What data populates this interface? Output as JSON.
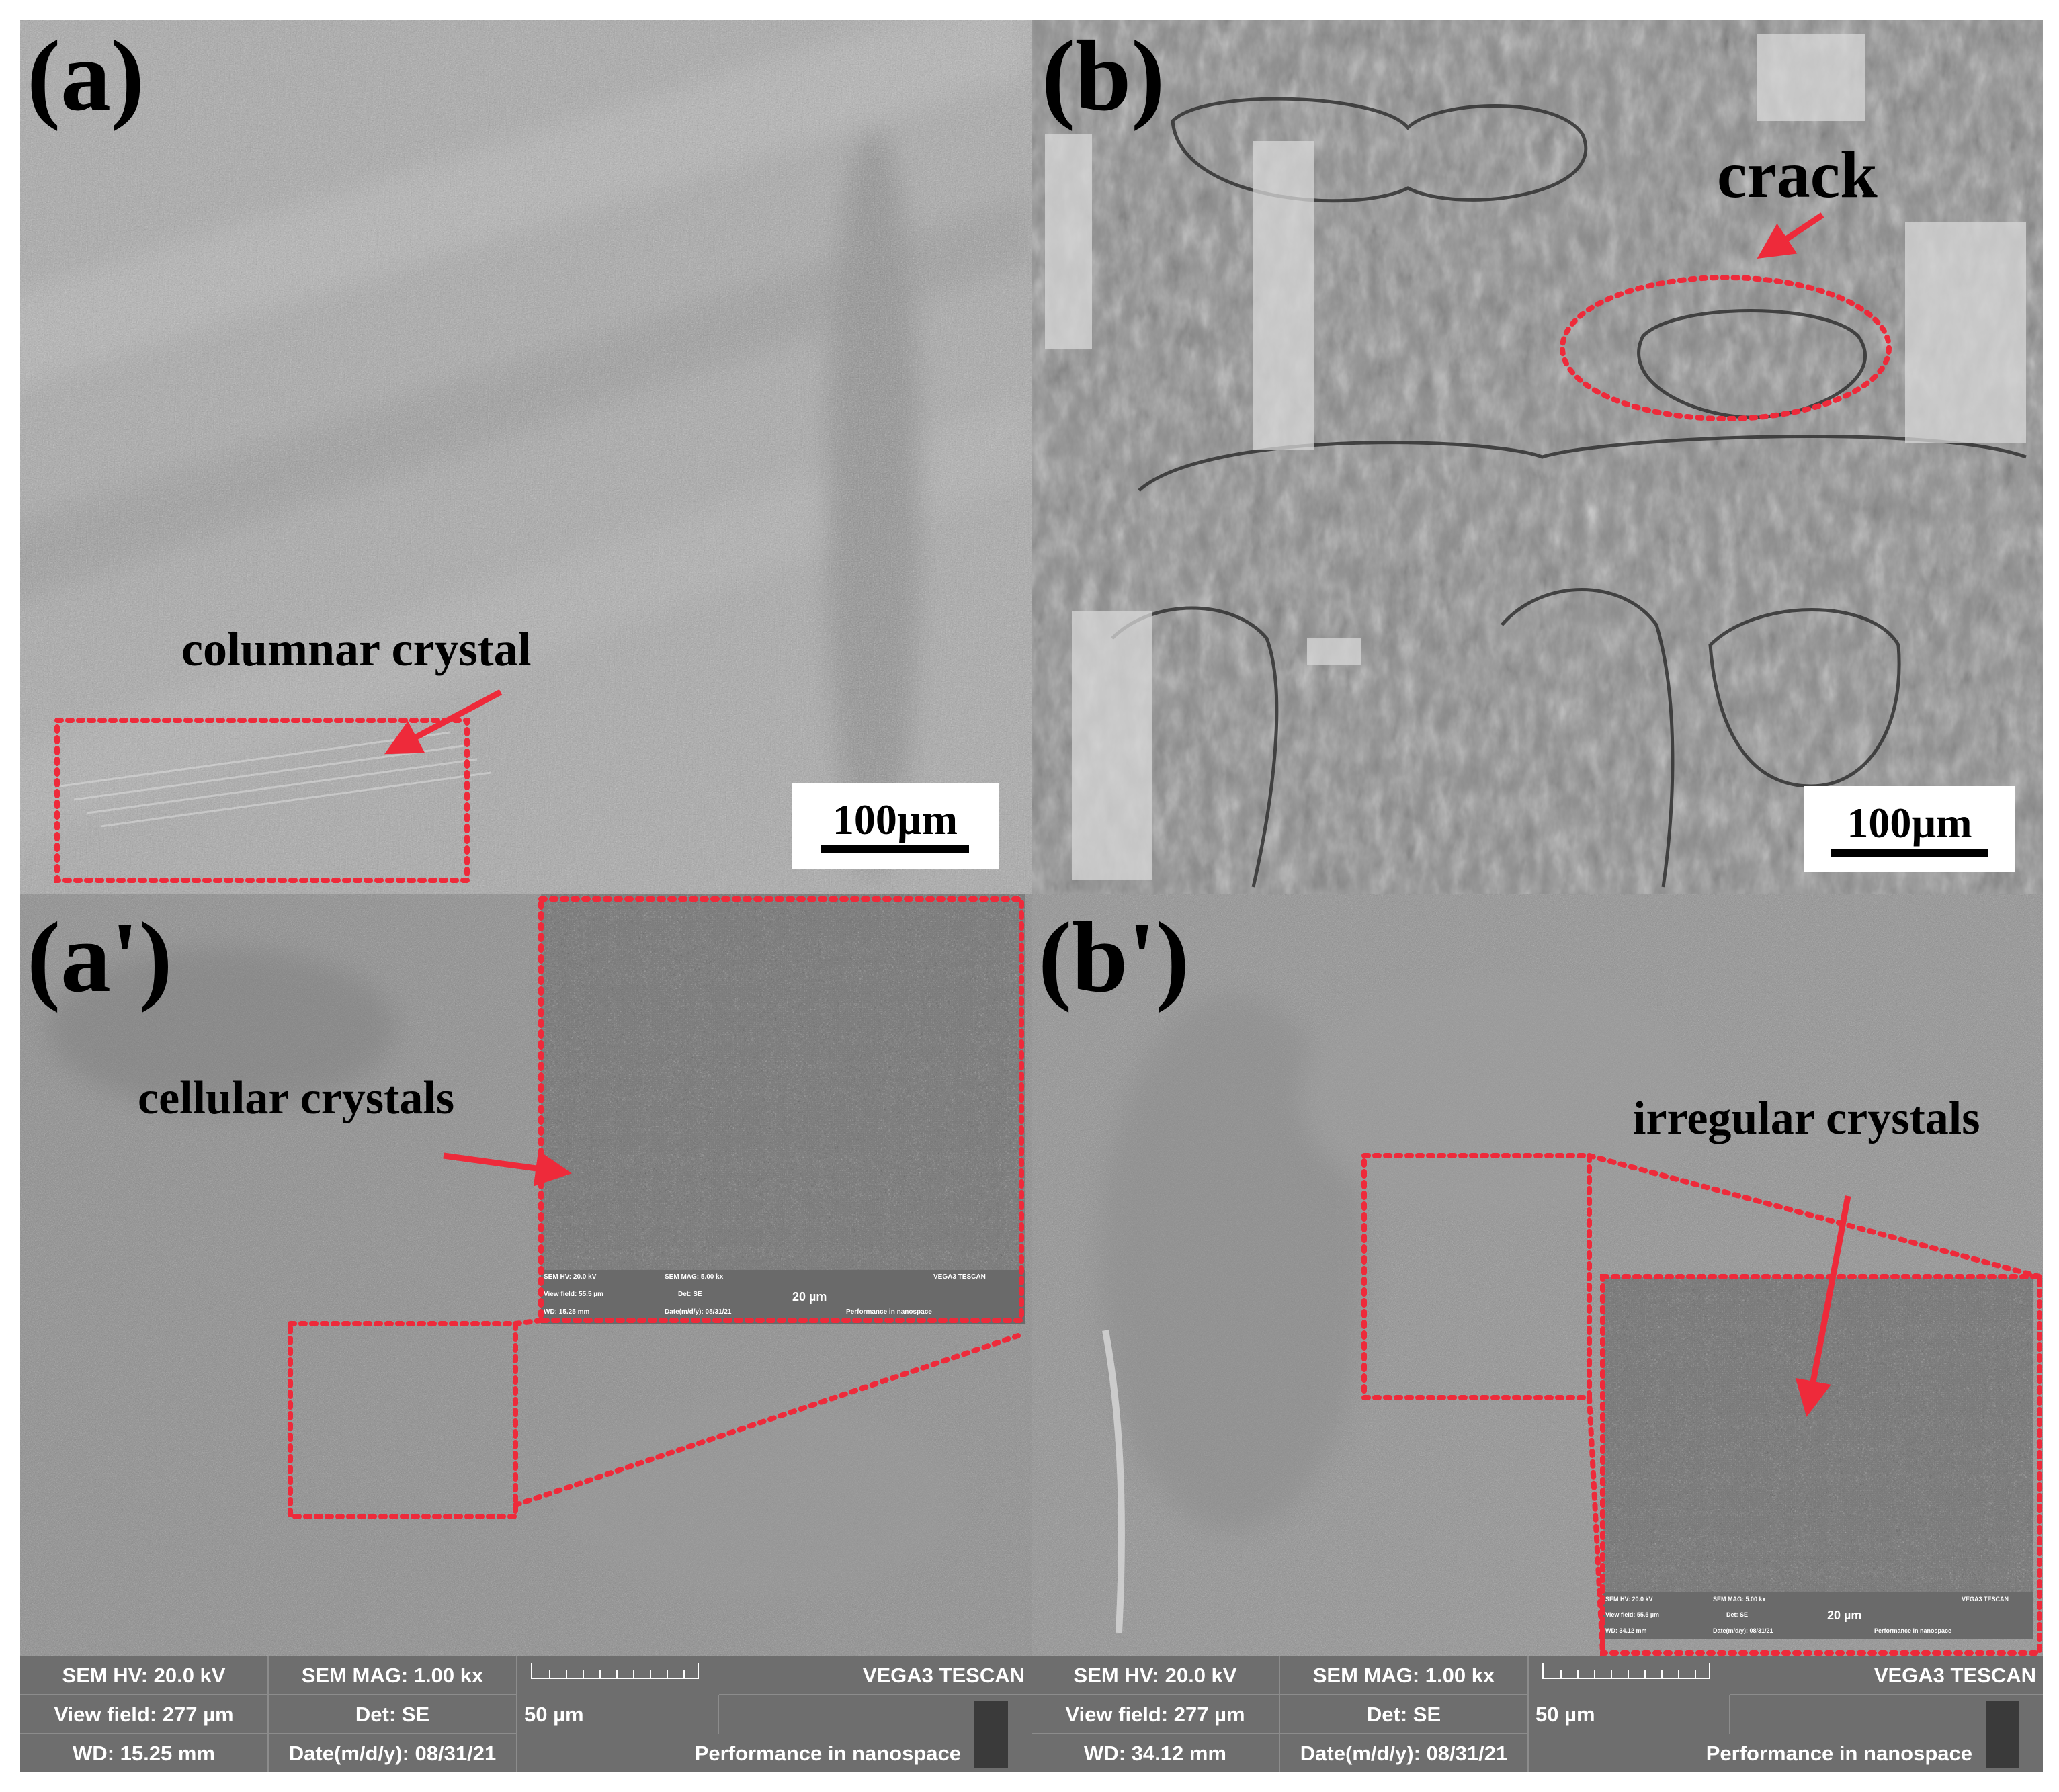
{
  "colors": {
    "annotation_red": "#ee2a3a",
    "sem_bar_gray": "#6e6e6e",
    "panel_a_base": "#a8a8a8",
    "panel_b_base": "#8a8a8a",
    "panel_a_prime_base": "#8c8c8c",
    "panel_b_prime_base": "#919191"
  },
  "panels": {
    "a": {
      "label": "(a)",
      "annotation": "columnar crystal",
      "scale_bar": "100µm"
    },
    "b": {
      "label": "(b)",
      "annotation": "crack",
      "scale_bar": "100µm"
    },
    "a_prime": {
      "label": "(a')",
      "annotation": "cellular crystals",
      "sem_info": {
        "hv": "SEM HV: 20.0 kV",
        "mag": "SEM MAG: 1.00 kx",
        "brand": "VEGA3 TESCAN",
        "view_field": "View field: 277 µm",
        "det": "Det: SE",
        "scale": "50 µm",
        "wd": "WD: 15.25 mm",
        "date": "Date(m/d/y): 08/31/21",
        "tagline": "Performance in nanospace"
      },
      "inset_info": {
        "hv": "SEM HV: 20.0 kV",
        "mag": "SEM MAG: 5.00 kx",
        "brand": "VEGA3 TESCAN",
        "view_field": "View field: 55.5 µm",
        "det": "Det: SE",
        "scale": "20 µm",
        "wd": "WD: 15.25 mm",
        "date": "Date(m/d/y): 08/31/21",
        "tagline": "Performance in nanospace"
      }
    },
    "b_prime": {
      "label": "(b')",
      "annotation": "irregular crystals",
      "sem_info": {
        "hv": "SEM HV: 20.0 kV",
        "mag": "SEM MAG: 1.00 kx",
        "brand": "VEGA3 TESCAN",
        "view_field": "View field: 277 µm",
        "det": "Det: SE",
        "scale": "50 µm",
        "wd": "WD: 34.12 mm",
        "date": "Date(m/d/y): 08/31/21",
        "tagline": "Performance in nanospace"
      },
      "inset_info": {
        "hv": "SEM HV: 20.0 kV",
        "mag": "SEM MAG: 5.00 kx",
        "brand": "VEGA3 TESCAN",
        "view_field": "View field: 55.5 µm",
        "det": "Det: SE",
        "scale": "20 µm",
        "wd": "WD: 34.12 mm",
        "date": "Date(m/d/y): 08/31/21",
        "tagline": "Performance in nanospace"
      }
    }
  }
}
